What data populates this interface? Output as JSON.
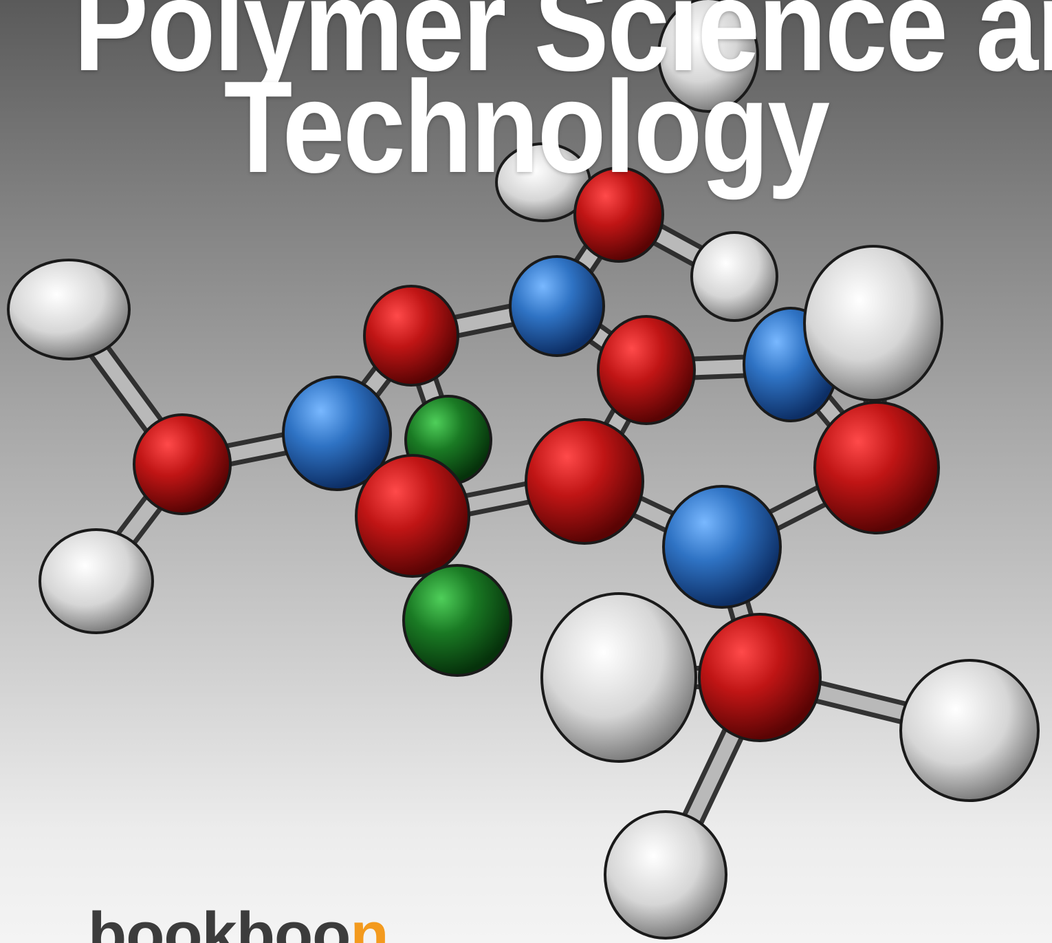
{
  "cover": {
    "title_line1": "Polymer Science and",
    "title_line2": "Technology",
    "publisher_main": "bookboo",
    "publisher_accent": "n"
  },
  "colors": {
    "oxygen_atom": "#b81414",
    "nitrogen_atom": "#2f73c4",
    "chlorine_atom": "#1a7a24",
    "hydrogen_atom": "#e2e2e2",
    "bond": "#9a9a9a",
    "brand_text": "#3c3c3c",
    "brand_accent": "#f39a1e",
    "title_text": "#ffffff"
  }
}
